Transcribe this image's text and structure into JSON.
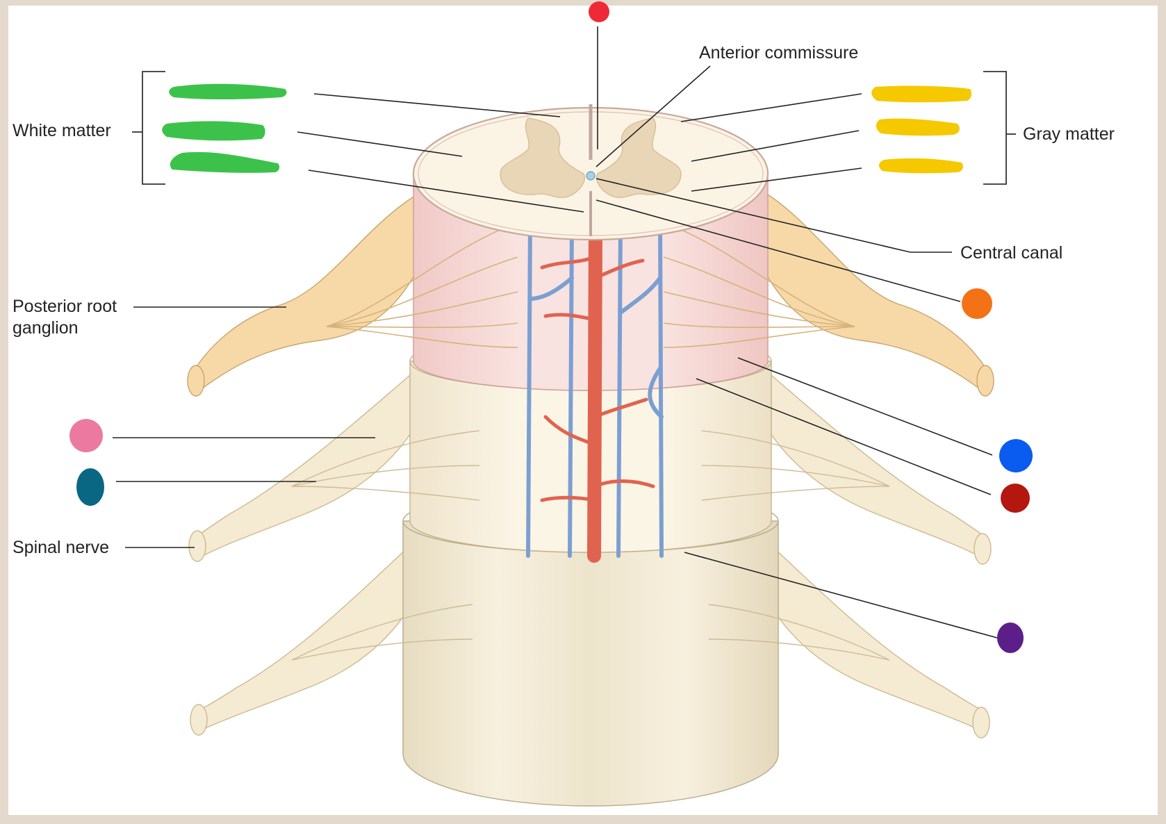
{
  "diagram": {
    "labels": {
      "white_matter": "White matter",
      "gray_matter": "Gray matter",
      "anterior_commissure": "Anterior commissure",
      "central_canal": "Central canal",
      "posterior_root_ganglion_1": "Posterior root",
      "posterior_root_ganglion_2": "ganglion",
      "spinal_nerve": "Spinal nerve"
    },
    "highlight_colors": {
      "white_matter_marks": "#3cc24a",
      "gray_matter_marks": "#f5c800",
      "top_marker": "#ef2a36",
      "orange_marker": "#f47216",
      "pink_marker": "#ec7aa0",
      "teal_marker": "#0a6784",
      "blue_marker": "#0a5cf0",
      "darkred_marker": "#b3170f",
      "purple_marker": "#5c1f8a"
    }
  }
}
